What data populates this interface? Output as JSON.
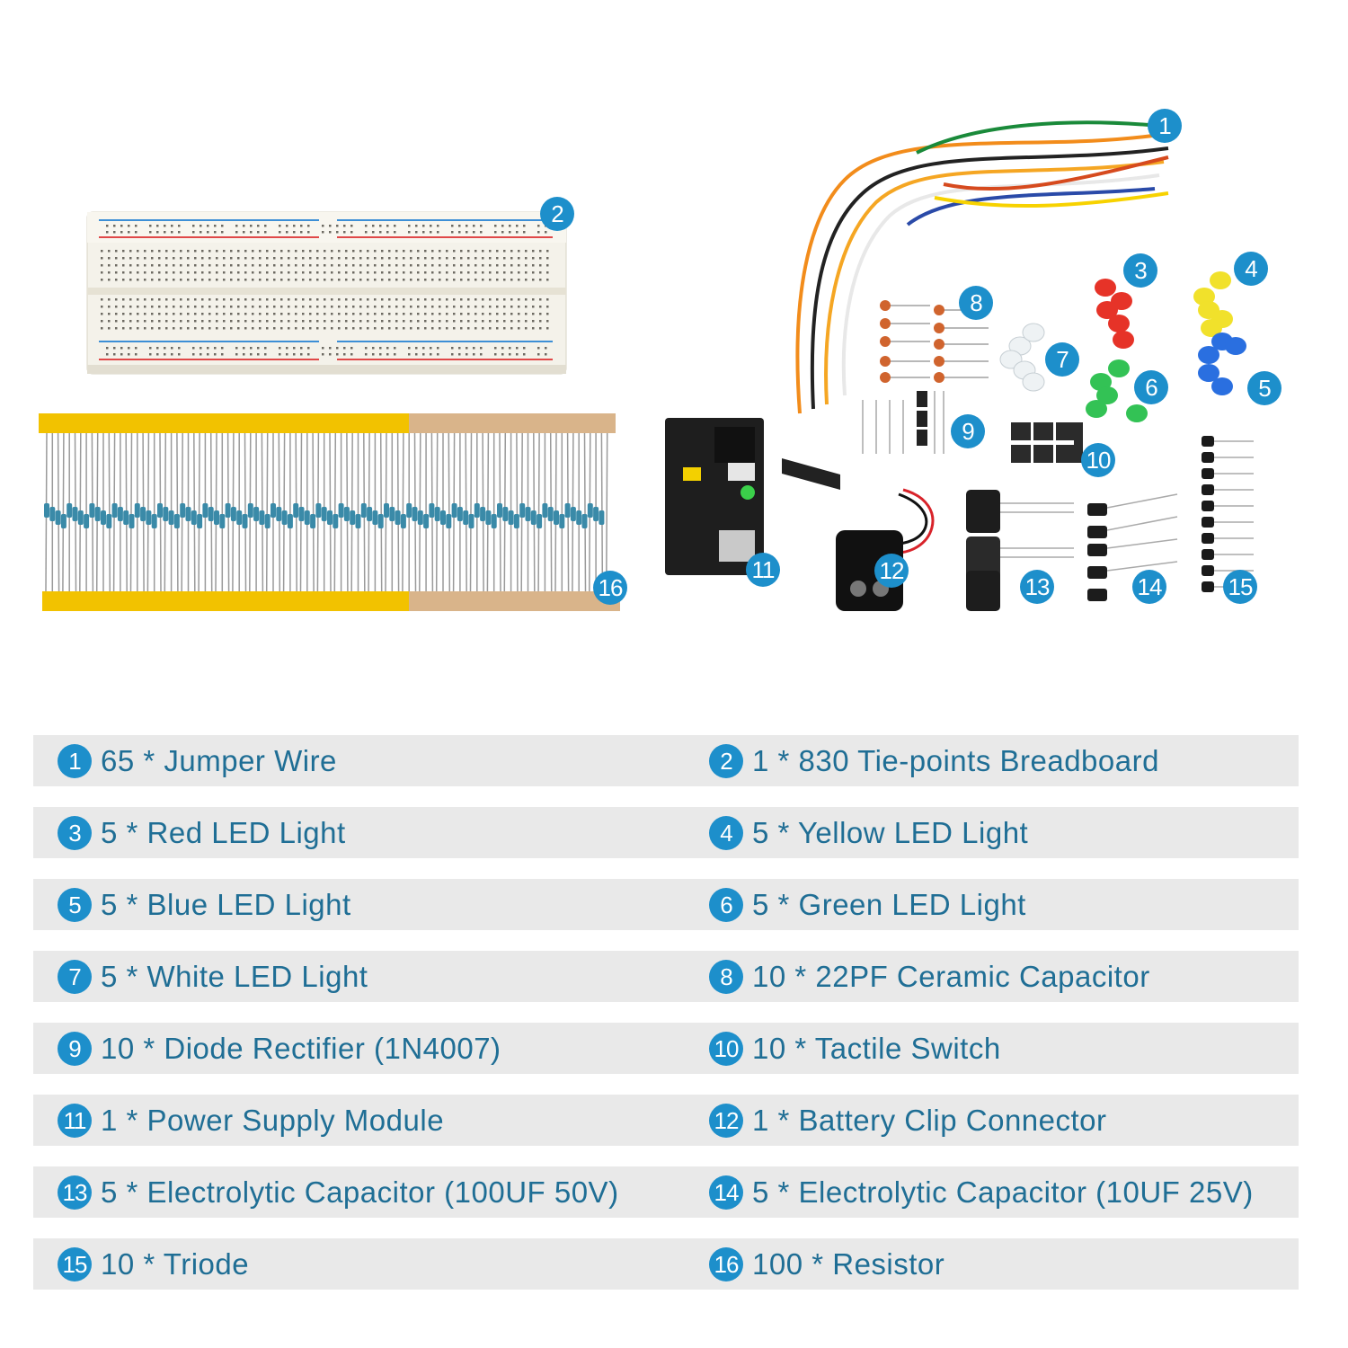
{
  "callouts": [
    "1",
    "2",
    "3",
    "4",
    "5",
    "6",
    "7",
    "8",
    "9",
    "10",
    "11",
    "12",
    "13",
    "14",
    "15",
    "16"
  ],
  "colors": {
    "accent": "#1d8fcb",
    "text": "#1f6e95",
    "row_bg": "#e9e9e9"
  },
  "legend": [
    {
      "num": "1",
      "text": "65 * Jumper Wire"
    },
    {
      "num": "2",
      "text": "1 * 830 Tie-points Breadboard"
    },
    {
      "num": "3",
      "text": "5 * Red LED Light"
    },
    {
      "num": "4",
      "text": "5 * Yellow LED Light"
    },
    {
      "num": "5",
      "text": "5 * Blue LED Light"
    },
    {
      "num": "6",
      "text": "5 * Green LED Light"
    },
    {
      "num": "7",
      "text": "5 * White LED Light"
    },
    {
      "num": "8",
      "text": "10 * 22PF Ceramic Capacitor"
    },
    {
      "num": "9",
      "text": "10 * Diode Rectifier (1N4007)"
    },
    {
      "num": "10",
      "text": "10 * Tactile Switch"
    },
    {
      "num": "11",
      "text": "1 * Power Supply Module"
    },
    {
      "num": "12",
      "text": "1 * Battery Clip Connector"
    },
    {
      "num": "13",
      "text": "5 * Electrolytic Capacitor (100UF 50V)"
    },
    {
      "num": "14",
      "text": "5 * Electrolytic Capacitor (10UF 25V)"
    },
    {
      "num": "15",
      "text": "10 * Triode"
    },
    {
      "num": "16",
      "text": "100 * Resistor"
    }
  ]
}
